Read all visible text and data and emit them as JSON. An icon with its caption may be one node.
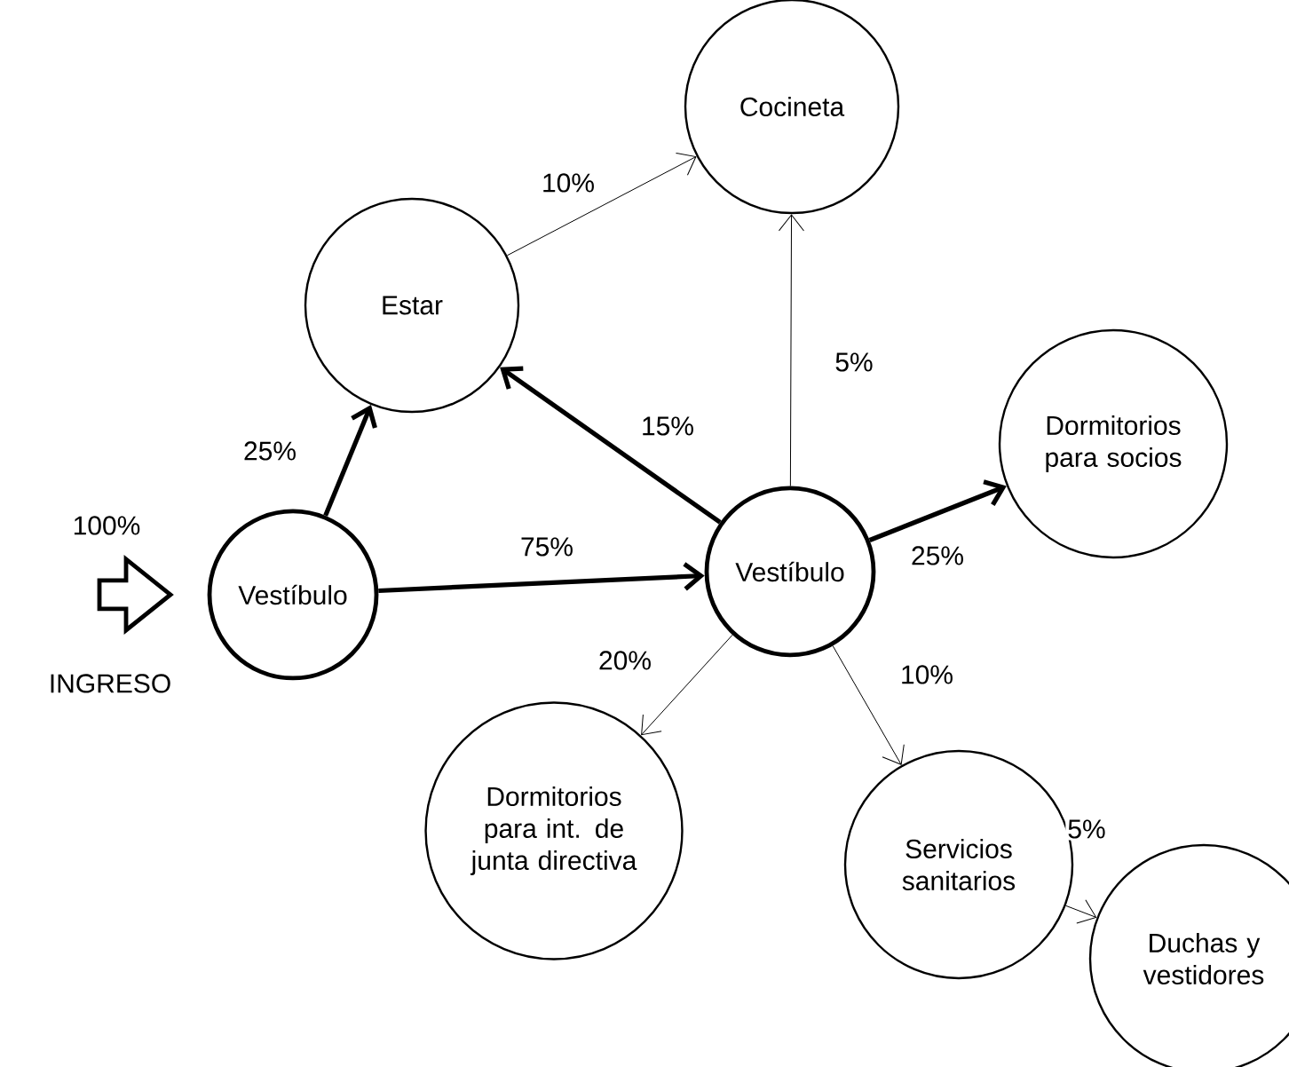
{
  "diagram": {
    "nodes": [
      {
        "text": [
          "Estar"
        ]
      },
      {
        "text": [
          "Cocineta"
        ]
      },
      {
        "text": [
          "Vestíbulo"
        ]
      },
      {
        "text": [
          "Vestíbulo"
        ]
      },
      {
        "text": [
          "Dormitorios para socios"
        ]
      },
      {
        "text": [
          "Dormitorios para int. de junta directiva"
        ]
      },
      {
        "text": [
          "Servicios sanitarios"
        ]
      },
      {
        "text": [
          "Duchas y vestidores"
        ]
      }
    ],
    "edges": [
      {
        "from": null,
        "to": 2,
        "arrow": "to",
        "label": "100%",
        "style": "thick"
      },
      {
        "from": 2,
        "to": 0,
        "arrow": "to",
        "label": "25%",
        "style": "thick"
      },
      {
        "from": 0,
        "to": 1,
        "arrow": "to",
        "label": "10%"
      },
      {
        "from": 2,
        "to": 3,
        "arrow": "to",
        "label": "75%",
        "style": "thick"
      },
      {
        "from": 3,
        "to": 0,
        "arrow": "to",
        "label": "15%",
        "style": "thick"
      },
      {
        "from": 3,
        "to": 1,
        "arrow": "to",
        "label": "5%"
      },
      {
        "from": 3,
        "to": 4,
        "arrow": "to",
        "label": "25%",
        "style": "thick"
      },
      {
        "from": 3,
        "to": 5,
        "arrow": "to",
        "label": "20%"
      },
      {
        "from": 3,
        "to": 6,
        "arrow": "to",
        "label": "10%"
      },
      {
        "from": 6,
        "to": 7,
        "arrow": "to",
        "label": "5%"
      }
    ],
    "labels": [
      "INGRESO"
    ]
  }
}
